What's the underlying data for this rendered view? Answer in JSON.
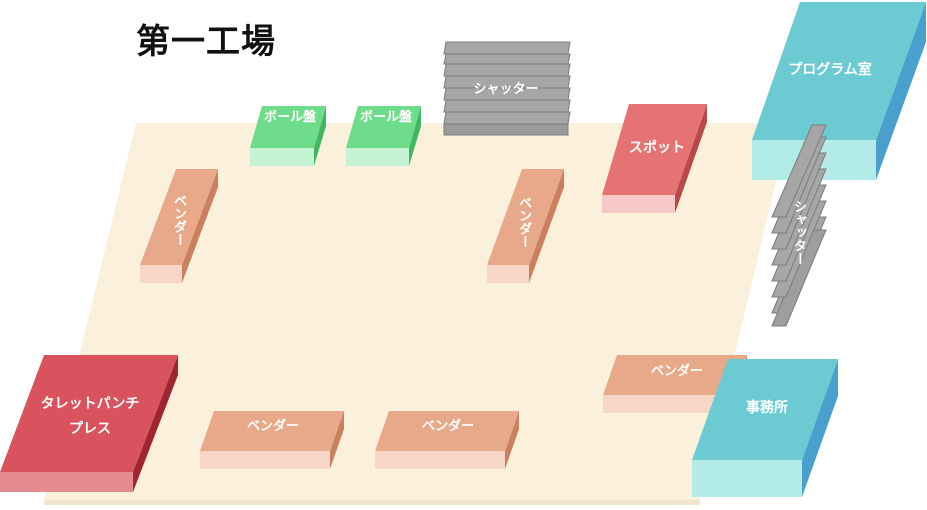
{
  "title": "第一工場",
  "machines": {
    "ball_board_1": "ボール盤",
    "ball_board_2": "ボール盤",
    "shutter_top": "シャッター",
    "shutter_right": "シャッター",
    "program_room": "プログラム室",
    "spot": "スポット",
    "bender_left": "ベンダー",
    "bender_center": "ベンダー",
    "bender_right": "ベンダー",
    "bender_bottom_left": "ベンダー",
    "bender_bottom_center": "ベンダー",
    "turret_punch_press": "タレットパンチ\nプレス",
    "office": "事務所"
  },
  "colors": {
    "floor": "#faf0dc",
    "floor_edge": "#efe4cc",
    "bender": "#e8a98a",
    "bender_front": "#f7d5c7",
    "bender_side": "#c9805f",
    "ball_board": "#6fdc8c",
    "ball_board_front": "#c6f3d3",
    "ball_board_side": "#3fb862",
    "spot": "#e57373",
    "spot_front": "#f6c8c8",
    "spot_side": "#b94848",
    "turret": "#d9535f",
    "turret_front": "#e38b90",
    "turret_side": "#9f2631",
    "room": "#6ccad3",
    "room_front": "#b2ebe7",
    "room_side": "#4aa0cc",
    "shutter": "#a6a6a6",
    "shutter_edge": "#7c7c7c"
  }
}
